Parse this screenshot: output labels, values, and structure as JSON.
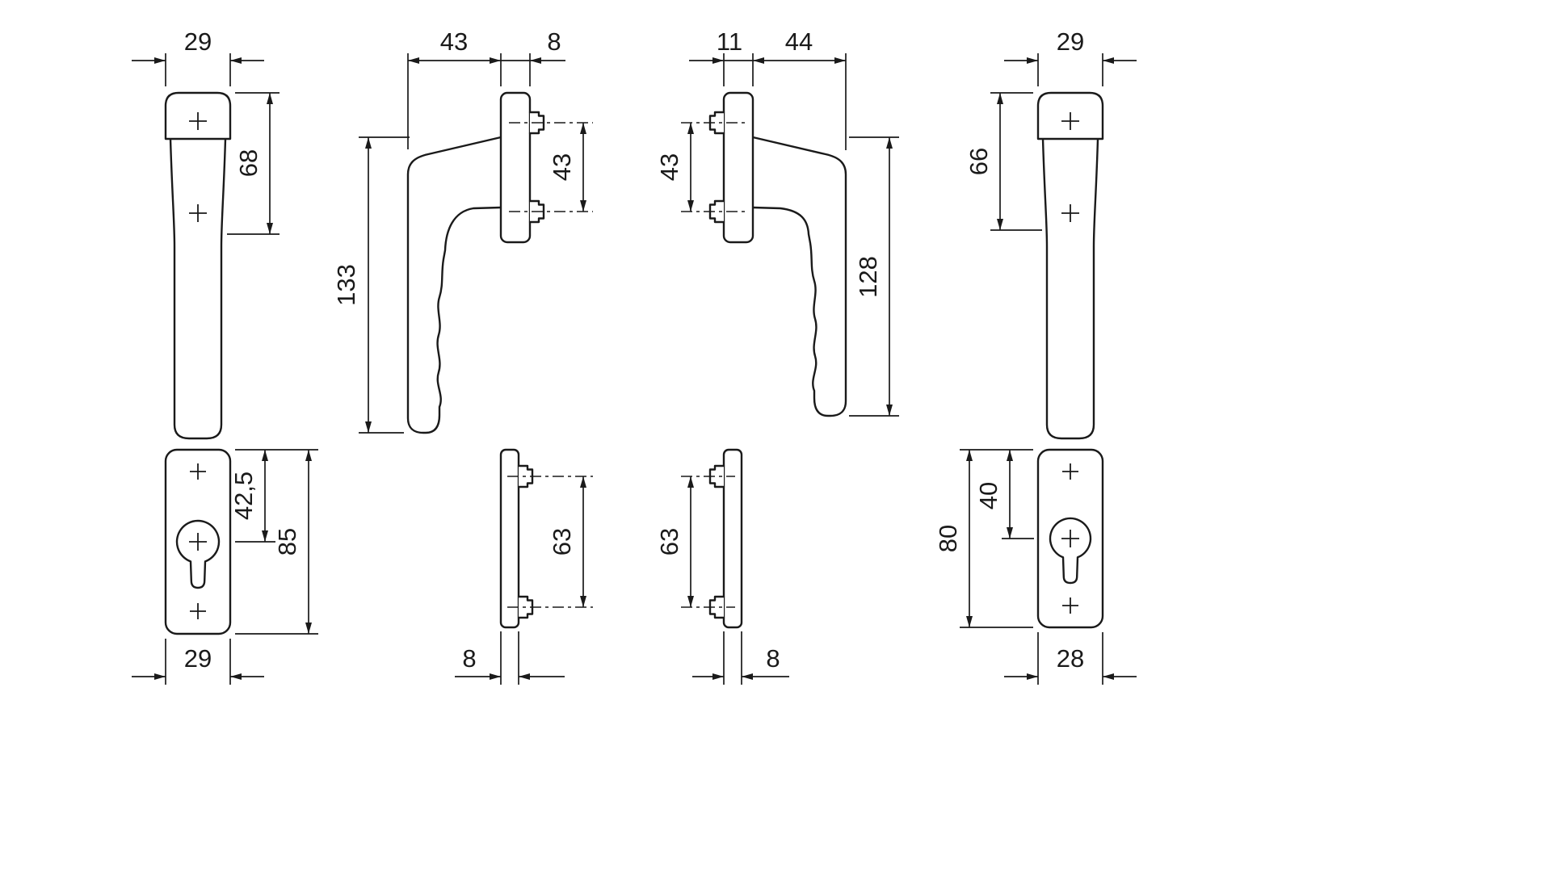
{
  "page": {
    "background": "#ffffff",
    "line_color": "#1a1a1a",
    "description": "Technical dimension drawing of window handle set with key plates"
  },
  "views": {
    "handle_front_left": {
      "label": "handle front view left",
      "dims": {
        "width": "29",
        "height": "68"
      }
    },
    "handle_side_left": {
      "label": "handle side view left",
      "dims": {
        "projection": "43",
        "plate_thickness": "8",
        "length": "133",
        "screw_distance": "43"
      }
    },
    "handle_side_right": {
      "label": "handle side view right",
      "dims": {
        "plate_thickness": "11",
        "projection": "44",
        "screw_distance": "43",
        "length": "128"
      }
    },
    "handle_front_right": {
      "label": "handle front view right",
      "dims": {
        "width": "29",
        "height": "66"
      }
    },
    "plate_front_left": {
      "label": "key plate front view left",
      "dims": {
        "cylinder_center": "42,5",
        "height": "85",
        "width": "29"
      }
    },
    "plate_side_left": {
      "label": "key plate side view left",
      "dims": {
        "screw_distance": "63",
        "thickness": "8"
      }
    },
    "plate_side_right": {
      "label": "key plate side view right",
      "dims": {
        "screw_distance": "63",
        "thickness": "8"
      }
    },
    "plate_front_right": {
      "label": "key plate front view right",
      "dims": {
        "height": "80",
        "cylinder_center": "40",
        "width": "28"
      }
    }
  }
}
